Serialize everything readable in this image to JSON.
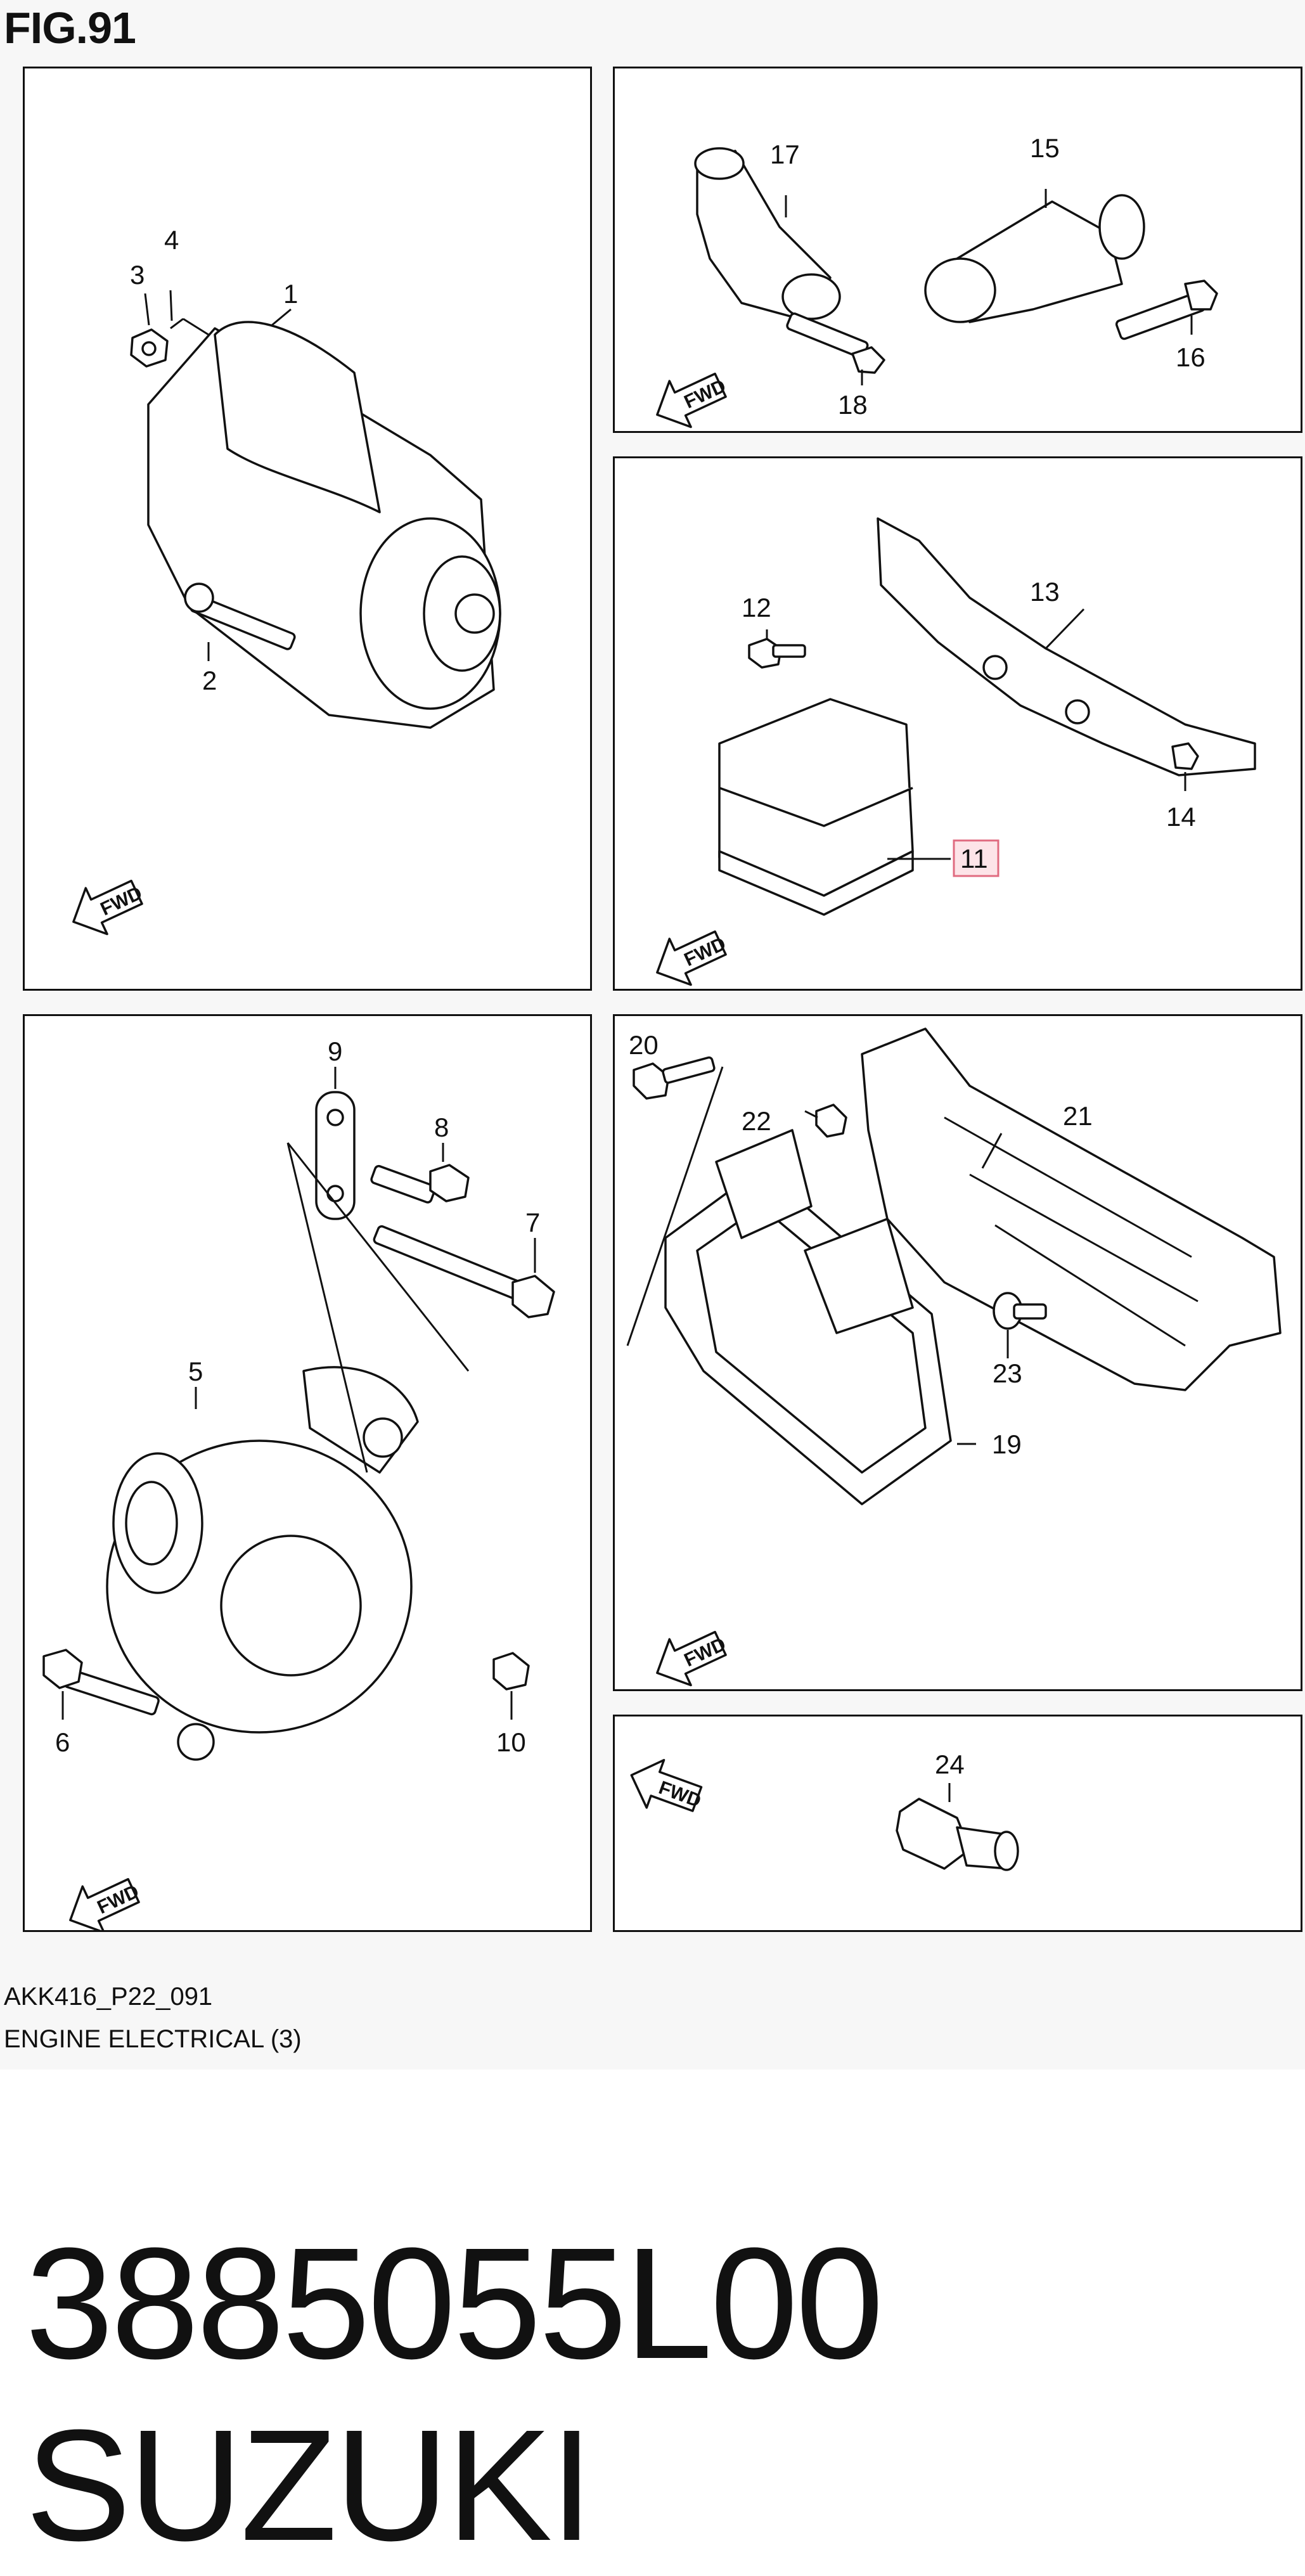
{
  "figure": {
    "title": "FIG.91",
    "reference_code": "AKK416_P22_091",
    "section_name": "ENGINE ELECTRICAL (3)"
  },
  "fwd_label": "FWD",
  "callouts": {
    "p1": "1",
    "p2": "2",
    "p3": "3",
    "p4": "4",
    "p5": "5",
    "p6": "6",
    "p7": "7",
    "p8": "8",
    "p9": "9",
    "p10": "10",
    "p11": "11",
    "p12": "12",
    "p13": "13",
    "p14": "14",
    "p15": "15",
    "p16": "16",
    "p17": "17",
    "p18": "18",
    "p19": "19",
    "p20": "20",
    "p21": "21",
    "p22": "22",
    "p23": "23",
    "p24": "24"
  },
  "highlighted_callout": "11",
  "highlight_color": "#e06b80",
  "footer": {
    "part_number": "3885055L00",
    "brand": "SUZUKI"
  }
}
